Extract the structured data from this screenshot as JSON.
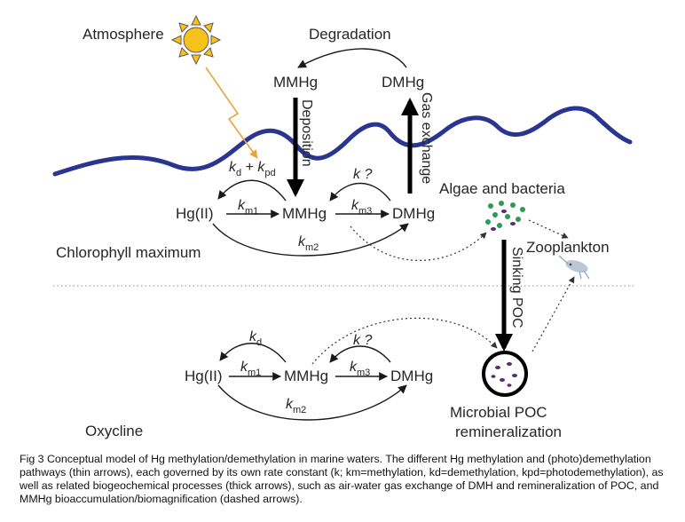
{
  "labels": {
    "atmosphere": "Atmosphere",
    "degradation": "Degradation",
    "mmhg_top": "MMHg",
    "dmhg_top": "DMHg",
    "deposition": "Deposition",
    "gas_exchange": "Gas exchange",
    "algae_bacteria": "Algae and bacteria",
    "zooplankton": "Zooplankton",
    "sinking_poc": "Sinking POC",
    "chlorophyll_maximum": "Chlorophyll maximum",
    "oxycline": "Oxycline",
    "microbial_poc_line1": "Microbial POC",
    "microbial_poc_line2": "remineralization"
  },
  "upper": {
    "hg": "Hg(II)",
    "mmhg": "MMHg",
    "dmhg": "DMHg",
    "k": "k",
    "sub_d": "d",
    "plus": " + ",
    "sub_pd": "pd",
    "sub_m1": "m1",
    "sub_m2": "m2",
    "sub_m3": "m3",
    "kq": "k ?"
  },
  "lower": {
    "hg": "Hg(II)",
    "mmhg": "MMHg",
    "dmhg": "DMHg",
    "k": "k",
    "sub_d": "d",
    "sub_m1": "m1",
    "sub_m2": "m2",
    "sub_m3": "m3",
    "kq": "k ?"
  },
  "caption": "Fig 3  Conceptual model of Hg methylation/demethylation in marine waters. The different Hg methylation and (photo)demethylation pathways (thin arrows), each governed by its own rate constant (k; km=methylation, kd=demethylation, kpd=photodemethylation), as well as related biogeochemical processes (thick arrows), such as air-water gas exchange of DMH and remineralization of POC, and MMHg bioaccumulation/biomagnification (dashed arrows).",
  "colors": {
    "water_line": "#2a3592",
    "sun_fill": "#f7c21a",
    "sun_stroke": "#5a5a5a",
    "light_ray": "#e9a33a",
    "algae_green": "#2d9b4f",
    "poc_purple": "#5a2a6e",
    "zooplankton": "#b9c7d6",
    "arrow": "#1a1a1a"
  },
  "icons": [
    "sun-icon",
    "algae-cells-icon",
    "zooplankton-icon",
    "poc-particle-icon"
  ]
}
